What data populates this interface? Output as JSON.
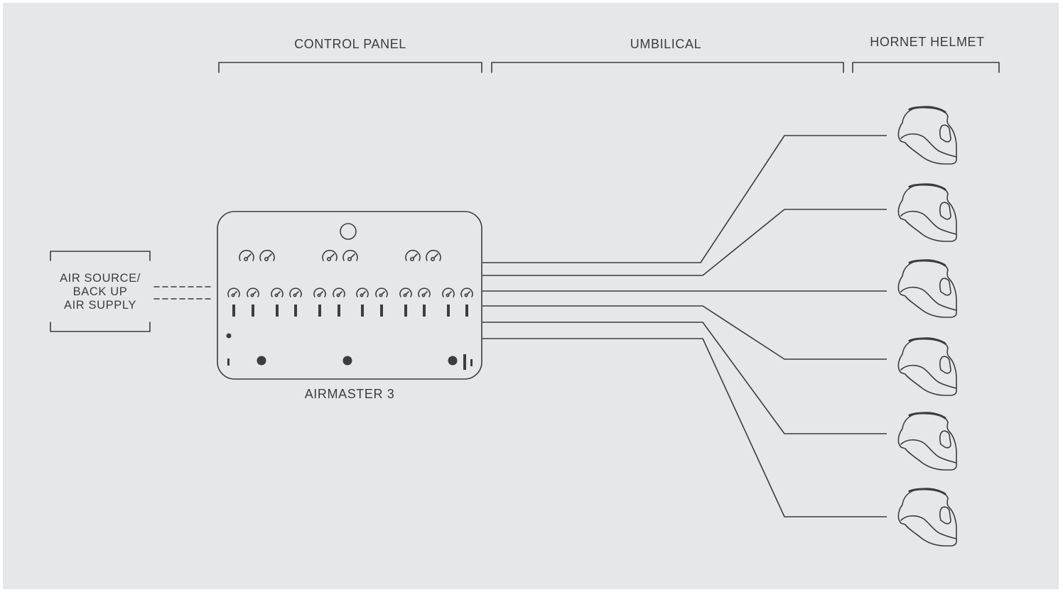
{
  "sections": {
    "control_panel": "CONTROL PANEL",
    "umbilical": "UMBILICAL",
    "helmet": "HORNET HELMET"
  },
  "air_source": {
    "line1": "AIR SOURCE/",
    "line2": "BACK UP",
    "line3": "AIR SUPPLY"
  },
  "panel_name": "AIRMASTER 3",
  "helmet_count": 6,
  "colors": {
    "background": "#e6e7e8",
    "stroke": "#3d3d3d"
  }
}
